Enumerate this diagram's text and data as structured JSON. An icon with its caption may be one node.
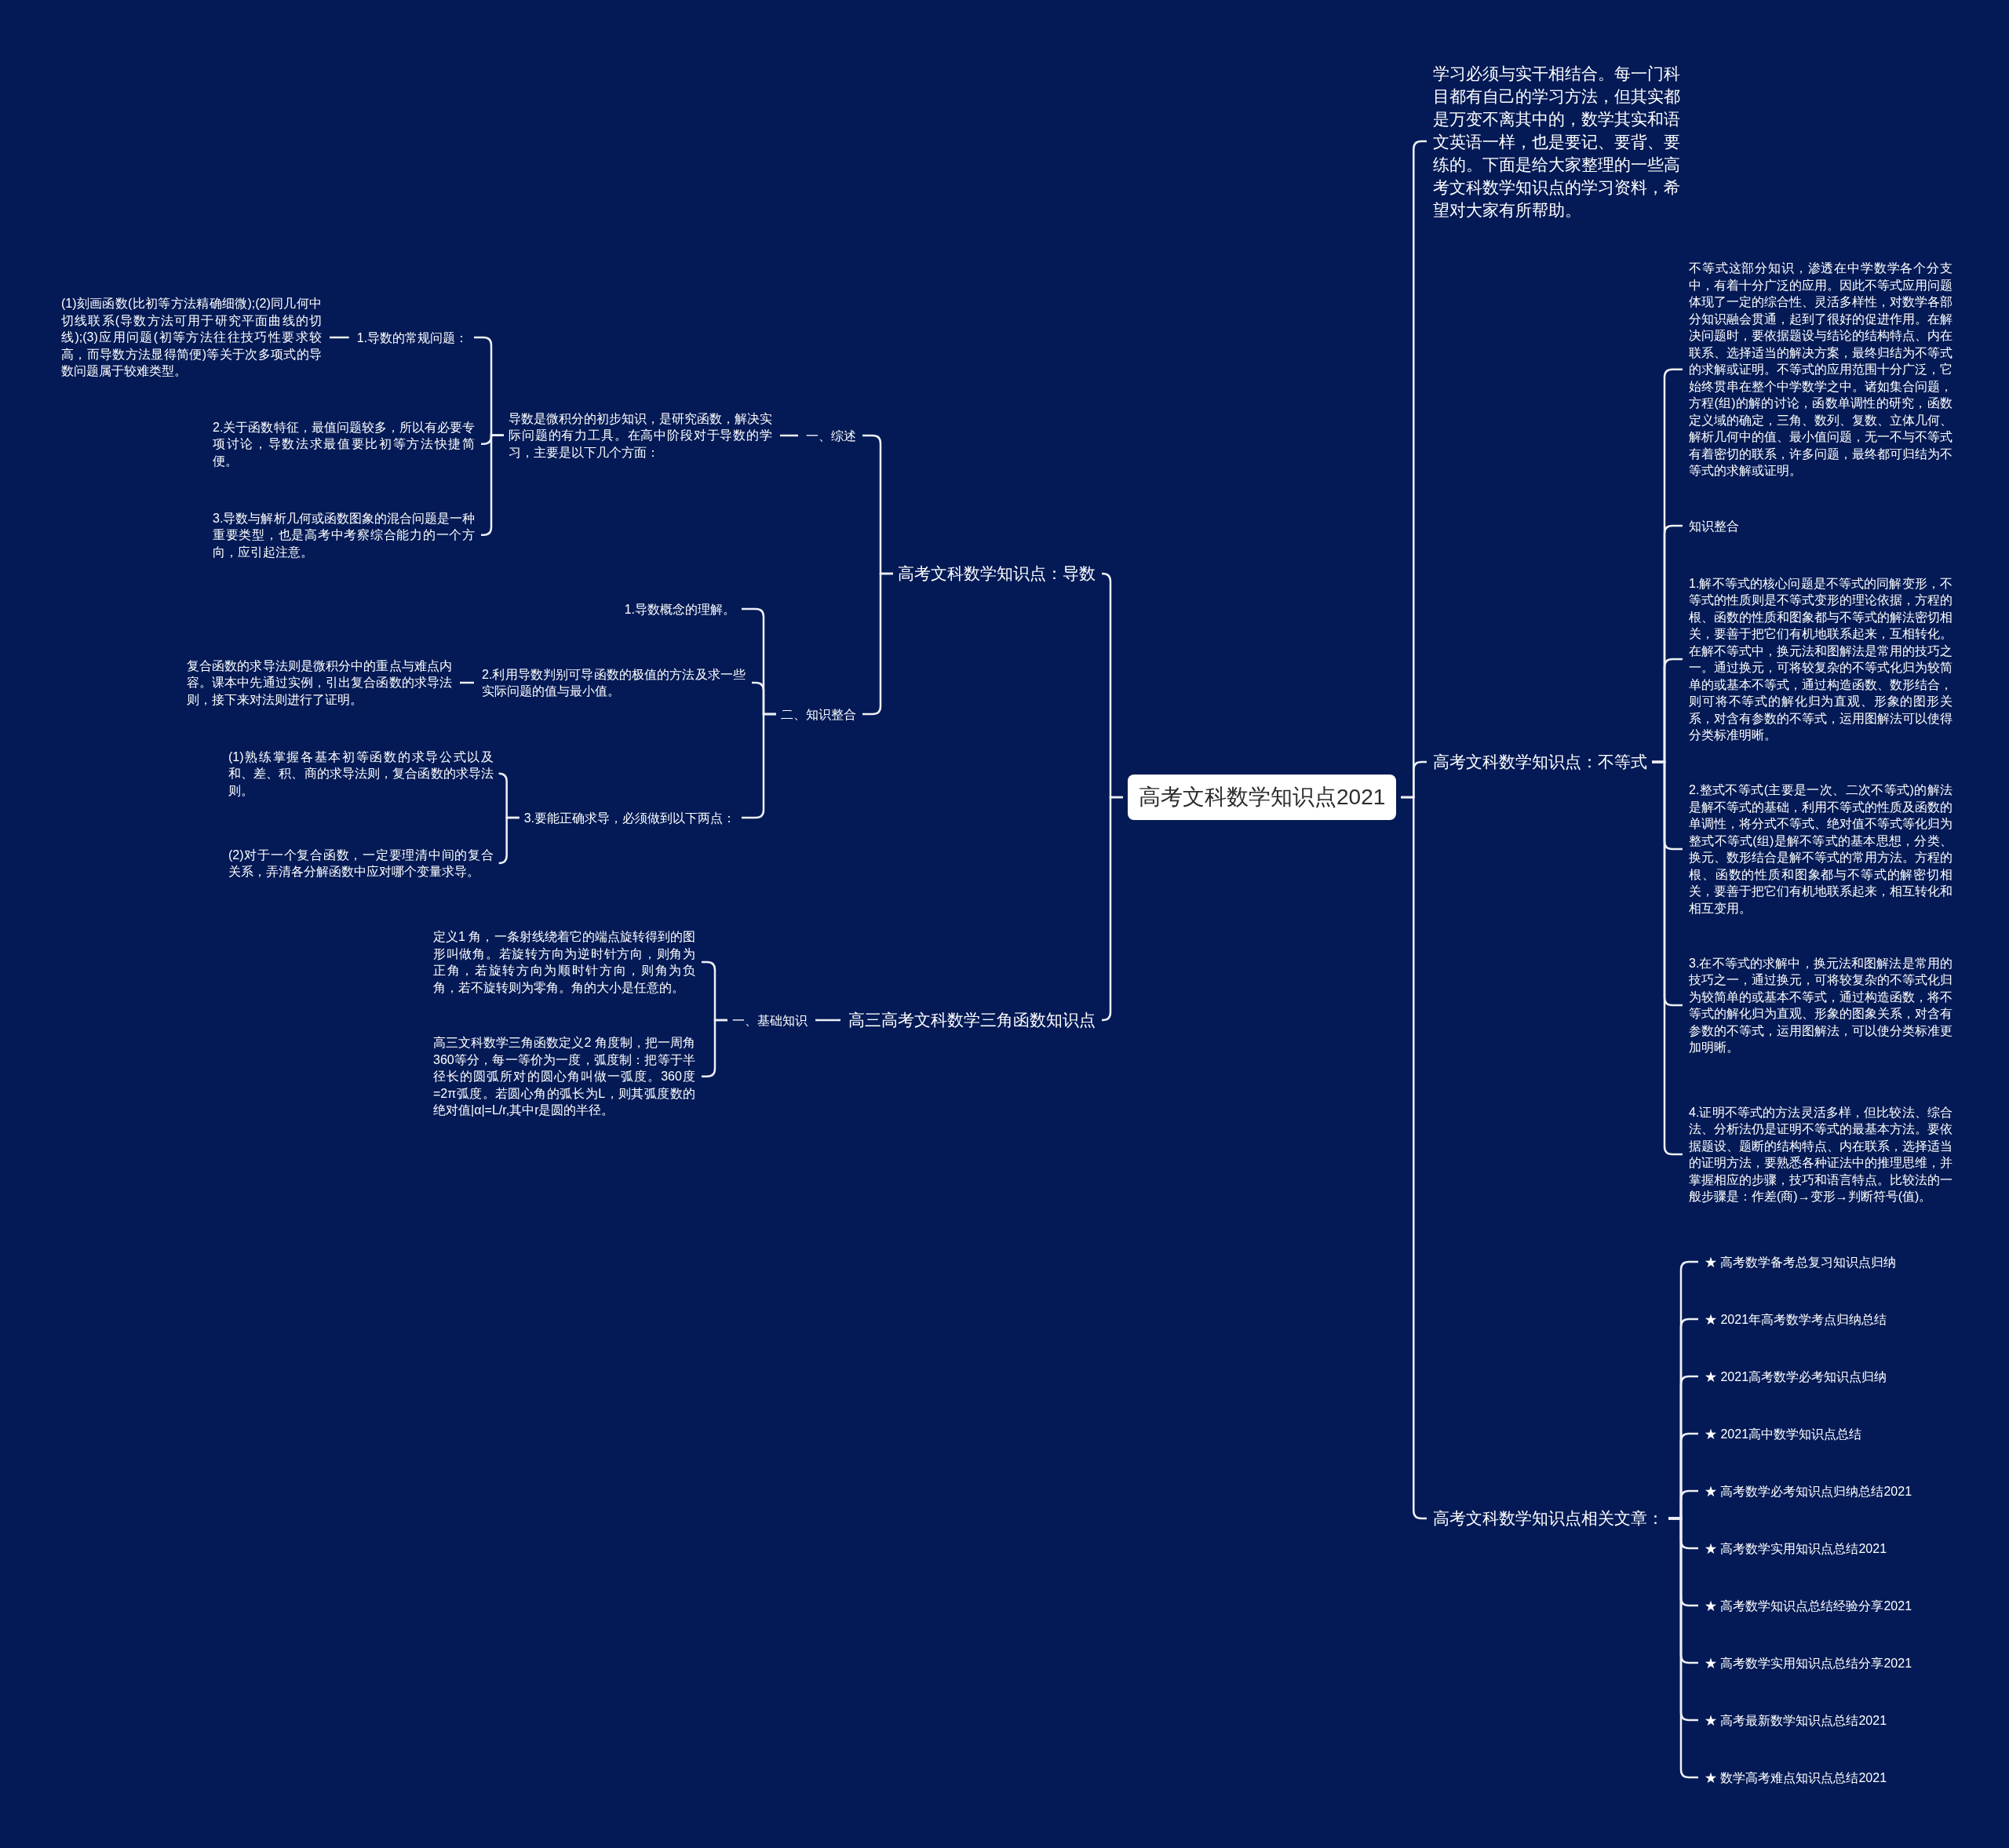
{
  "diagram": {
    "nodes": [
      {
        "text": [
          "高考文科数学知识点2021"
        ]
      },
      {
        "text": [
          "学习必须与实干相结合。每一门科目都有自己的学习方法，但其实都是万变不离其中的，数学其实和语文英语一样，也是要记、要背、要练的。下面是给大家整理的一些高考文科数学知识点的学习资料，希望对大家有所帮助。"
        ]
      },
      {
        "text": [
          "高考文科数学知识点：不等式"
        ]
      },
      {
        "text": [
          "不等式这部分知识，渗透在中学数学各个分支中，有着十分广泛的应用。因此不等式应用问题体现了一定的综合性、灵活多样性，对数学各部分知识融会贯通，起到了很好的促进作用。在解决问题时，要依据题设与结论的结构特点、内在联系、选择适当的解决方案，最终归结为不等式的求解或证明。不等式的应用范围十分广泛，它始终贯串在整个中学数学之中。诸如集合问题，方程(组)的解的讨论，函数单调性的研究，函数定义域的确定，三角、数列、复数、立体几何、解析几何中的值、最小值问题，无一不与不等式有着密切的联系，许多问题，最终都可归结为不等式的求解或证明。"
        ]
      },
      {
        "text": [
          "知识整合"
        ]
      },
      {
        "text": [
          "1.解不等式的核心问题是不等式的同解变形，不等式的性质则是不等式变形的理论依据，方程的根、函数的性质和图象都与不等式的解法密切相关，要善于把它们有机地联系起来，互相转化。在解不等式中，换元法和图解法是常用的技巧之一。通过换元，可将较复杂的不等式化归为较简单的或基本不等式，通过构造函数、数形结合，则可将不等式的解化归为直观、形象的图形关系，对含有参数的不等式，运用图解法可以使得分类标准明晰。"
        ]
      },
      {
        "text": [
          "2.整式不等式(主要是一次、二次不等式)的解法是解不等式的基础，利用不等式的性质及函数的单调性，将分式不等式、绝对值不等式等化归为整式不等式(组)是解不等式的基本思想，分类、换元、数形结合是解不等式的常用方法。方程的根、函数的性质和图象都与不等式的解密切相关，要善于把它们有机地联系起来，相互转化和相互变用。"
        ]
      },
      {
        "text": [
          "3.在不等式的求解中，换元法和图解法是常用的技巧之一，通过换元，可将较复杂的不等式化归为较简单的或基本不等式，通过构造函数，将不等式的解化归为直观、形象的图象关系，对含有参数的不等式，运用图解法，可以使分类标准更加明晰。"
        ]
      },
      {
        "text": [
          "4.证明不等式的方法灵活多样，但比较法、综合法、分析法仍是证明不等式的最基本方法。要依据题设、题断的结构特点、内在联系，选择适当的证明方法，要熟悉各种证法中的推理思维，并掌握相应的步骤，技巧和语言特点。比较法的一般步骤是：作差(商)→变形→判断符号(值)。"
        ]
      },
      {
        "text": [
          "高考文科数学知识点相关文章："
        ]
      },
      {
        "text": [
          "★ 高考数学备考总复习知识点归纳"
        ]
      },
      {
        "text": [
          "★ 2021年高考数学考点归纳总结"
        ]
      },
      {
        "text": [
          "★ 2021高考数学必考知识点归纳"
        ]
      },
      {
        "text": [
          "★ 2021高中数学知识点总结"
        ]
      },
      {
        "text": [
          "★ 高考数学必考知识点归纳总结2021"
        ]
      },
      {
        "text": [
          "★ 高考数学实用知识点总结2021"
        ]
      },
      {
        "text": [
          "★ 高考数学知识点总结经验分享2021"
        ]
      },
      {
        "text": [
          "★ 高考数学实用知识点总结分享2021"
        ]
      },
      {
        "text": [
          "★ 高考最新数学知识点总结2021"
        ]
      },
      {
        "text": [
          "★ 数学高考难点知识点总结2021"
        ]
      },
      {
        "text": [
          "高考文科数学知识点：导数"
        ]
      },
      {
        "text": [
          "一、综述"
        ]
      },
      {
        "text": [
          "导数是微积分的初步知识，是研究函数，解决实际问题的有力工具。在高中阶段对于导数的学习，主要是以下几个方面："
        ]
      },
      {
        "text": [
          "1.导数的常规问题："
        ]
      },
      {
        "text": [
          "(1)刻画函数(比初等方法精确细微);(2)同几何中切线联系(导数方法可用于研究平面曲线的切线);(3)应用问题(初等方法往往技巧性要求较高，而导数方法显得简便)等关于次多项式的导数问题属于较难类型。"
        ]
      },
      {
        "text": [
          "2.关于函数特征，最值问题较多，所以有必要专项讨论，导数法求最值要比初等方法快捷简便。"
        ]
      },
      {
        "text": [
          "3.导数与解析几何或函数图象的混合问题是一种重要类型，也是高考中考察综合能力的一个方向，应引起注意。"
        ]
      },
      {
        "text": [
          "二、知识整合"
        ]
      },
      {
        "text": [
          "1.导数概念的理解。"
        ]
      },
      {
        "text": [
          "2.利用导数判别可导函数的极值的方法及求一些实际问题的值与最小值。"
        ]
      },
      {
        "text": [
          "复合函数的求导法则是微积分中的重点与难点内容。课本中先通过实例，引出复合函数的求导法则，接下来对法则进行了证明。"
        ]
      },
      {
        "text": [
          "3.要能正确求导，必须做到以下两点："
        ]
      },
      {
        "text": [
          "(1)熟练掌握各基本初等函数的求导公式以及和、差、积、商的求导法则，复合函数的求导法则。"
        ]
      },
      {
        "text": [
          "(2)对于一个复合函数，一定要理清中间的复合关系，弄清各分解函数中应对哪个变量求导。"
        ]
      },
      {
        "text": [
          "高三高考文科数学三角函数知识点"
        ]
      },
      {
        "text": [
          "一、基础知识"
        ]
      },
      {
        "text": [
          "定义1 角，一条射线绕着它的端点旋转得到的图形叫做角。若旋转方向为逆时针方向，则角为正角，若旋转方向为顺时针方向，则角为负角，若不旋转则为零角。角的大小是任意的。"
        ]
      },
      {
        "text": [
          "高三文科数学三角函数定义2 角度制，把一周角360等分，每一等价为一度，弧度制：把等于半径长的圆弧所对的圆心角叫做一弧度。360度=2π弧度。若圆心角的弧长为L，则其弧度数的绝对值|α|=L/r,其中r是圆的半径。"
        ]
      }
    ],
    "edges": [
      {
        "from": 0,
        "to": 1,
        "arrow": "none"
      },
      {
        "from": 0,
        "to": 2,
        "arrow": "none"
      },
      {
        "from": 0,
        "to": 9,
        "arrow": "none"
      },
      {
        "from": 0,
        "to": 20,
        "arrow": "none"
      },
      {
        "from": 0,
        "to": 34,
        "arrow": "none"
      },
      {
        "from": 2,
        "to": 3,
        "arrow": "none"
      },
      {
        "from": 2,
        "to": 4,
        "arrow": "none"
      },
      {
        "from": 2,
        "to": 5,
        "arrow": "none"
      },
      {
        "from": 2,
        "to": 6,
        "arrow": "none"
      },
      {
        "from": 2,
        "to": 7,
        "arrow": "none"
      },
      {
        "from": 2,
        "to": 8,
        "arrow": "none"
      },
      {
        "from": 9,
        "to": 10,
        "arrow": "none"
      },
      {
        "from": 9,
        "to": 11,
        "arrow": "none"
      },
      {
        "from": 9,
        "to": 12,
        "arrow": "none"
      },
      {
        "from": 9,
        "to": 13,
        "arrow": "none"
      },
      {
        "from": 9,
        "to": 14,
        "arrow": "none"
      },
      {
        "from": 9,
        "to": 15,
        "arrow": "none"
      },
      {
        "from": 9,
        "to": 16,
        "arrow": "none"
      },
      {
        "from": 9,
        "to": 17,
        "arrow": "none"
      },
      {
        "from": 9,
        "to": 18,
        "arrow": "none"
      },
      {
        "from": 9,
        "to": 19,
        "arrow": "none"
      },
      {
        "from": 20,
        "to": 21,
        "arrow": "none"
      },
      {
        "from": 20,
        "to": 27,
        "arrow": "none"
      },
      {
        "from": 21,
        "to": 22,
        "arrow": "none"
      },
      {
        "from": 22,
        "to": 23,
        "arrow": "none"
      },
      {
        "from": 22,
        "to": 25,
        "arrow": "none"
      },
      {
        "from": 22,
        "to": 26,
        "arrow": "none"
      },
      {
        "from": 23,
        "to": 24,
        "arrow": "none"
      },
      {
        "from": 27,
        "to": 28,
        "arrow": "none"
      },
      {
        "from": 27,
        "to": 29,
        "arrow": "none"
      },
      {
        "from": 27,
        "to": 31,
        "arrow": "none"
      },
      {
        "from": 29,
        "to": 30,
        "arrow": "none"
      },
      {
        "from": 31,
        "to": 32,
        "arrow": "none"
      },
      {
        "from": 31,
        "to": 33,
        "arrow": "none"
      },
      {
        "from": 34,
        "to": 35,
        "arrow": "none"
      },
      {
        "from": 35,
        "to": 36,
        "arrow": "none"
      },
      {
        "from": 35,
        "to": 37,
        "arrow": "none"
      }
    ]
  }
}
